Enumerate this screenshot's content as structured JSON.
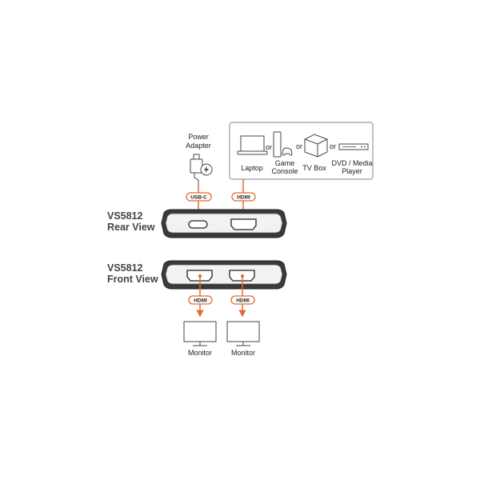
{
  "power": {
    "line1": "Power",
    "line2": "Adapter"
  },
  "sources": {
    "laptop": "Laptop",
    "game_console": [
      "Game",
      "Console"
    ],
    "tv_box": "TV Box",
    "dvd_player": [
      "DVD / Media",
      "Player"
    ],
    "or_label": "or"
  },
  "ports": {
    "usbc": "USB-C",
    "hdmi": "HDMI"
  },
  "rear": {
    "model": "VS5812",
    "view": "Rear View"
  },
  "front": {
    "model": "VS5812",
    "view": "Front View"
  },
  "outputs": {
    "monitor": "Monitor"
  },
  "colors": {
    "accent": "#e8692c",
    "device_fill": "#f2f2f2",
    "outline": "#222222",
    "panel_border": "#999999"
  }
}
